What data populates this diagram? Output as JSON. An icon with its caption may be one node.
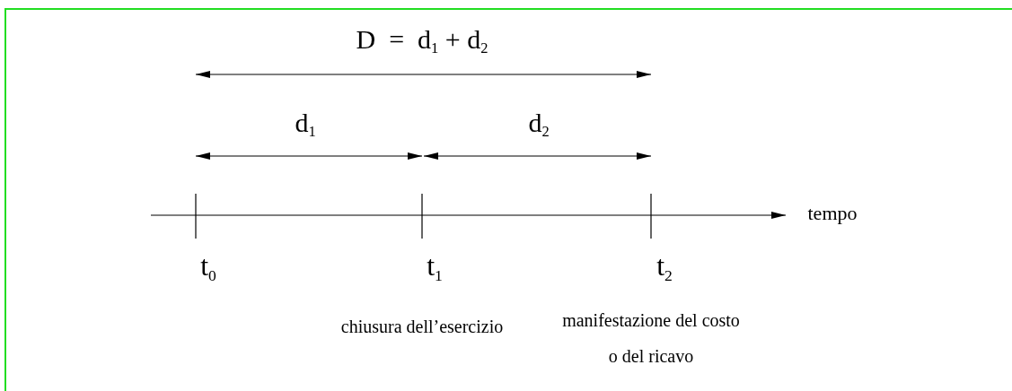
{
  "diagram": {
    "labels": [
      "D  =  d$_{1}$ + d$_{2}$",
      "d$_{1}$",
      "d$_{2}$",
      "tempo",
      "t$_{0}$",
      "t$_{1}$",
      "t$_{2}$",
      "chiusura dell’esercizio",
      "manifestazione del costo o del ricavo"
    ]
  }
}
